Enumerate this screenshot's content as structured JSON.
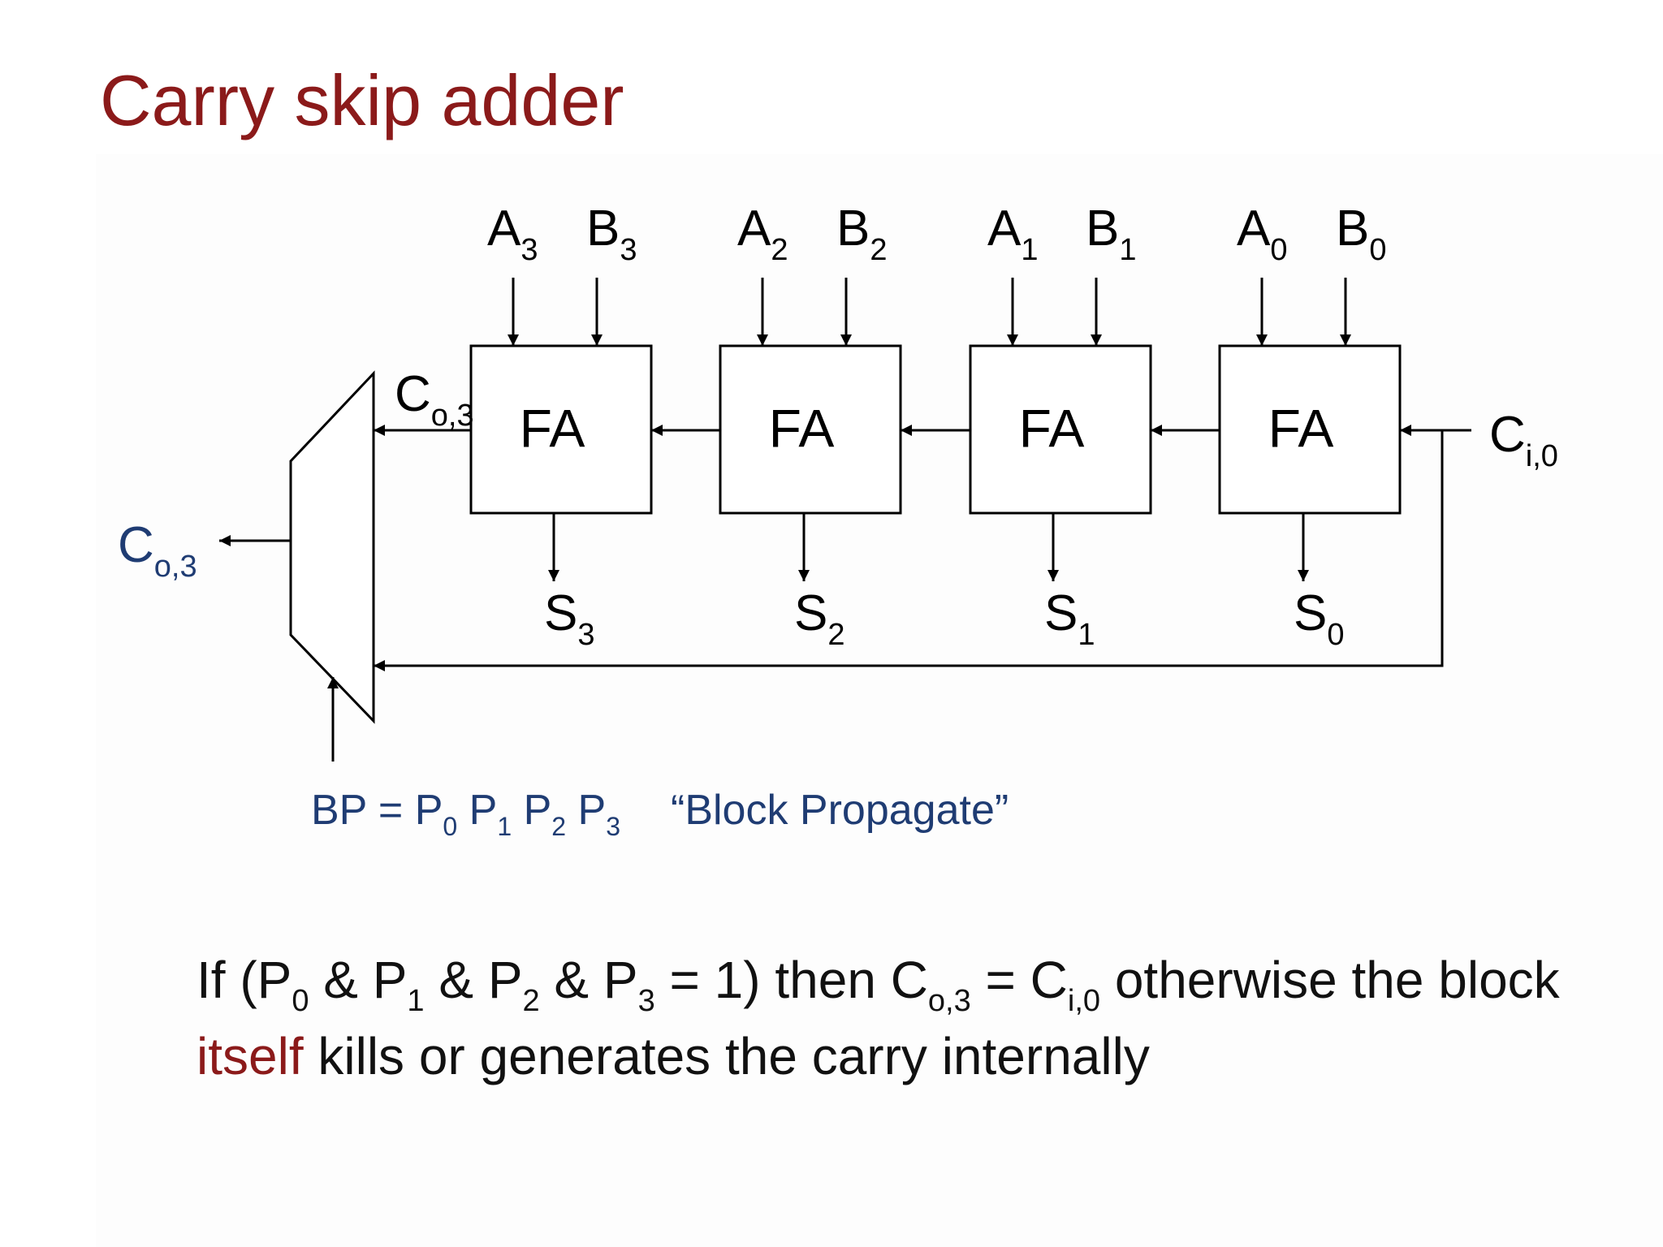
{
  "title": "Carry skip adder",
  "colors": {
    "title": "#8b1a1a",
    "highlight": "#8b1a1a",
    "blue_text": "#1f3c73",
    "body_text": "#111111"
  },
  "diagram": {
    "full_adders": [
      {
        "label": "FA",
        "a": "A",
        "a_sub": "3",
        "b": "B",
        "b_sub": "3",
        "s": "S",
        "s_sub": "3"
      },
      {
        "label": "FA",
        "a": "A",
        "a_sub": "2",
        "b": "B",
        "b_sub": "2",
        "s": "S",
        "s_sub": "2"
      },
      {
        "label": "FA",
        "a": "A",
        "a_sub": "1",
        "b": "B",
        "b_sub": "1",
        "s": "S",
        "s_sub": "1"
      },
      {
        "label": "FA",
        "a": "A",
        "a_sub": "0",
        "b": "B",
        "b_sub": "0",
        "s": "S",
        "s_sub": "0"
      }
    ],
    "carry_in": {
      "main": "C",
      "sub": "i,0"
    },
    "internal_carry_out": {
      "main": "C",
      "sub": "o,3"
    },
    "mux_output": {
      "main": "C",
      "sub": "o,3"
    }
  },
  "block_propagate": {
    "prefix": "BP = ",
    "terms": [
      {
        "main": "P",
        "sub": "0"
      },
      {
        "main": "P",
        "sub": "1"
      },
      {
        "main": "P",
        "sub": "2"
      },
      {
        "main": "P",
        "sub": "3"
      }
    ],
    "description": "“Block Propagate”"
  },
  "condition": {
    "t1": "If (P",
    "s1": "0",
    "t2": " & P",
    "s2": "1",
    "t3": " & P",
    "s3": "2",
    "t4": " & P",
    "s4": "3",
    "t5": " = 1) then C",
    "s5": "o,3",
    "t6": " = C",
    "s6": "i,0",
    "t7": " otherwise the block ",
    "highlight": "itself",
    "t8": " kills or generates the carry internally"
  }
}
